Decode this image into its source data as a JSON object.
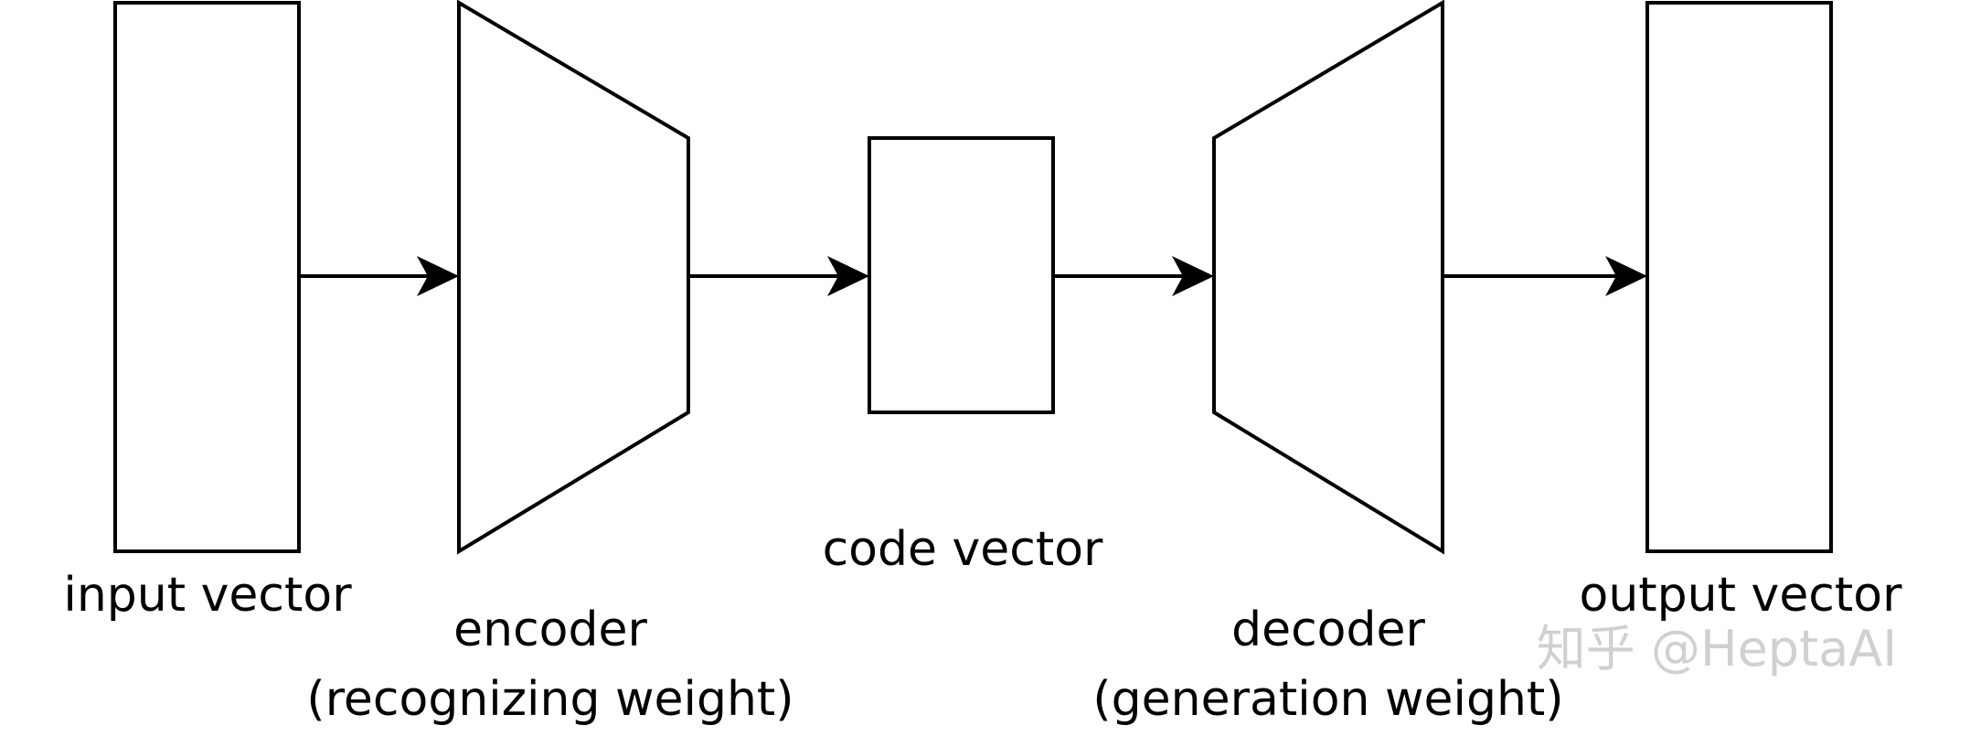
{
  "nodes": {
    "input": {
      "label": "input vector"
    },
    "encoder": {
      "label": "encoder",
      "sublabel": "(recognizing weight)"
    },
    "code": {
      "label": "code vector"
    },
    "decoder": {
      "label": "decoder",
      "sublabel": "(generation weight)"
    },
    "output": {
      "label": "output vector"
    }
  },
  "edges": [
    {
      "from": "input",
      "to": "encoder"
    },
    {
      "from": "encoder",
      "to": "code"
    },
    {
      "from": "code",
      "to": "decoder"
    },
    {
      "from": "decoder",
      "to": "output"
    }
  ],
  "watermark": "知乎 @HeptaAI",
  "colors": {
    "stroke": "#000000",
    "fill": "#ffffff",
    "watermark": "#d0d0d0"
  }
}
